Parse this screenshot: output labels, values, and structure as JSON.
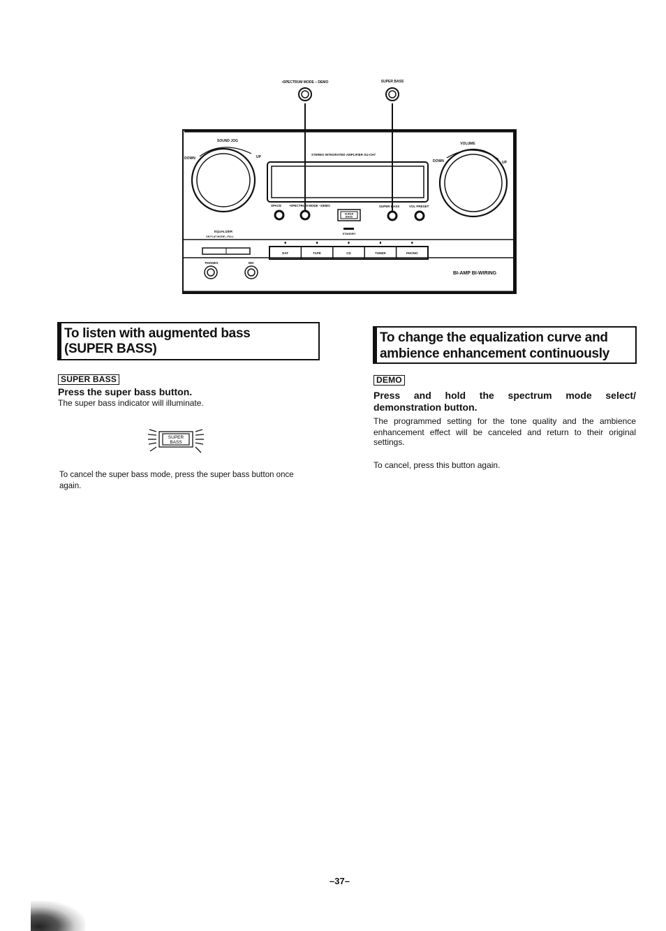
{
  "diagram": {
    "callout_left": "•SPECTRUM MODE – DEMO",
    "callout_right": "SUPER BASS",
    "sound_jog": "SOUND JOG",
    "down_left": "DOWN",
    "up_left": "UP",
    "volume": "VOLUME",
    "down_right": "DOWN",
    "up_right": "UP",
    "model_text": "STEREO INTEGRATED AMPLIFIER SU-CH7",
    "space": "SPACE",
    "spectrum_small": "•SPECTRUM MODE –DEMO",
    "super_bass_small": "SUPER BASS",
    "vol_preset": "VOL PRESET",
    "super_button_line1": "SUPER",
    "super_button_line2": "BASS",
    "equalizer": "EQUALIZER",
    "eq_sub": "ON FLAT    MODE—FULL",
    "standby": "STANDBY",
    "inputs": [
      "DAT",
      "TAPE",
      "CD",
      "TUNER",
      "PHONO"
    ],
    "phones": "PHONES",
    "mic": "MIC",
    "brand": "BI-AMP BI-WIRING"
  },
  "left_section": {
    "title_line1": "To listen with augmented bass",
    "title_line2": "(SUPER BASS)",
    "tag": "SUPER BASS",
    "step": "Press the super bass button.",
    "desc": "The super bass indicator will illuminate.",
    "indicator_line1": "SUPER",
    "indicator_line2": "BASS",
    "cancel_line1": "To cancel the super bass mode, press the super bass button once",
    "cancel_line2": "again."
  },
  "right_section": {
    "title_line1": "To change the equalization curve and",
    "title_line2": "ambience enhancement continuously",
    "tag": "DEMO",
    "step_line1": "Press and hold the spectrum mode select/",
    "step_line2": "demonstration button.",
    "desc_line1": "The programmed setting for the tone quality and the ambience",
    "desc_line2": "enhancement effect will be canceled and return to their original",
    "desc_line3": "settings.",
    "cancel": "To cancel, press this button again."
  },
  "page_number": "–37–"
}
